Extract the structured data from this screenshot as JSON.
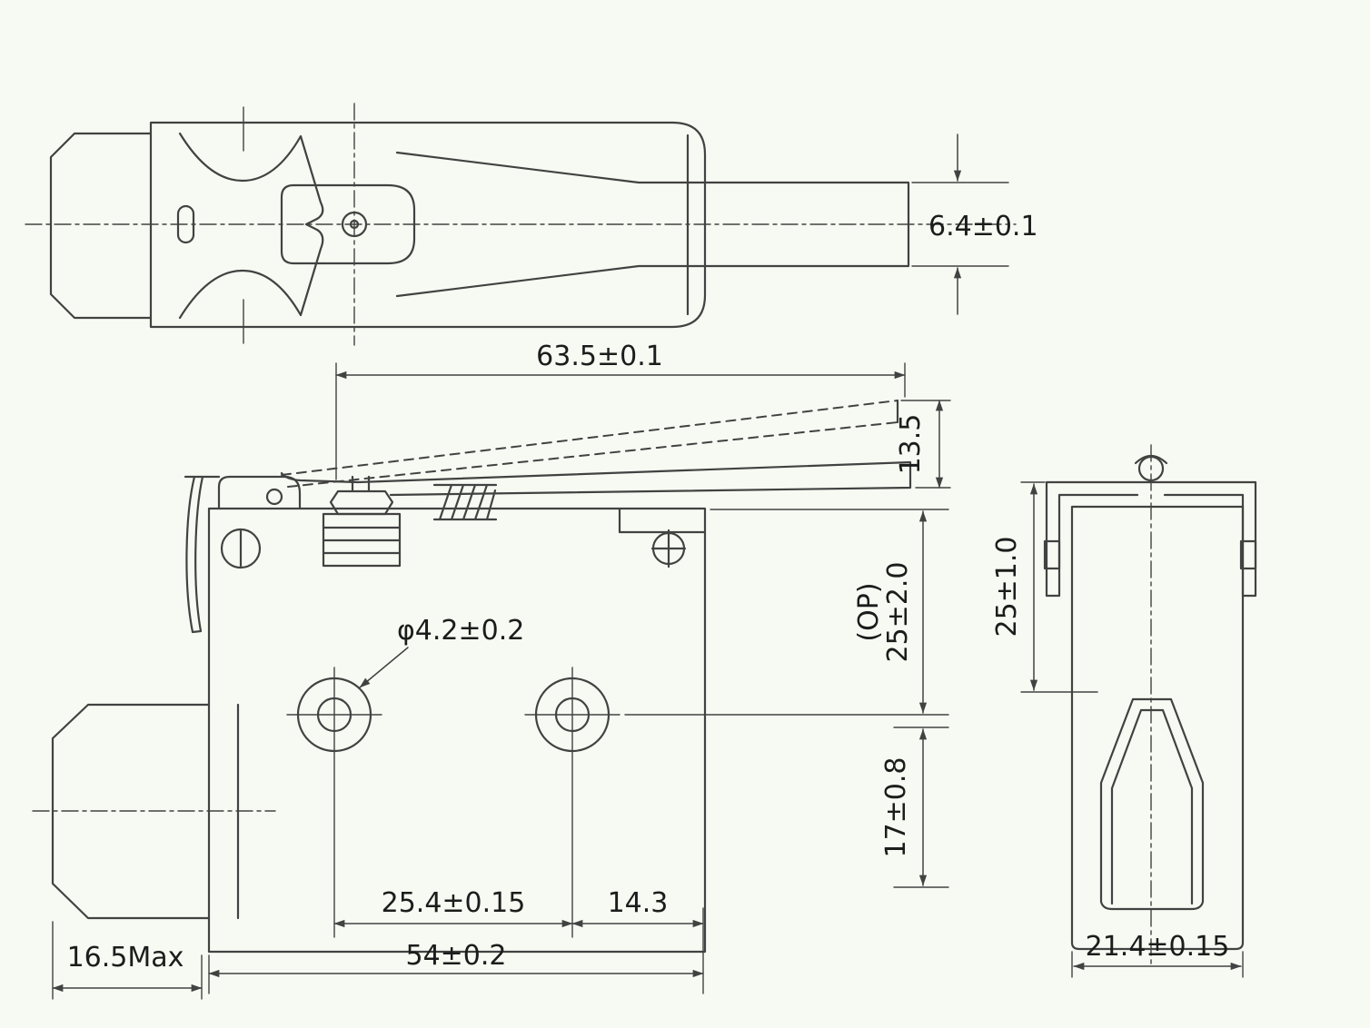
{
  "drawing": {
    "type": "engineering-dimension-drawing",
    "style": {
      "background": "#f7faf2",
      "line_color": "#424242",
      "text_color": "#1c1c1c"
    }
  },
  "dimensions": {
    "lever_thickness": "6.4±0.1",
    "lever_length": "63.5±0.1",
    "lever_free_height": "13.5",
    "op_label": "(OP)",
    "op_value": "25±2.0",
    "hole_diameter": "φ4.2±0.2",
    "mount_height": "17±0.8",
    "hole_pitch": "25.4±0.15",
    "hole_edge_offset": "14.3",
    "body_width": "54±0.2",
    "boot_width": "16.5Max",
    "side_height": "25±1.0",
    "side_width": "21.4±0.15"
  }
}
